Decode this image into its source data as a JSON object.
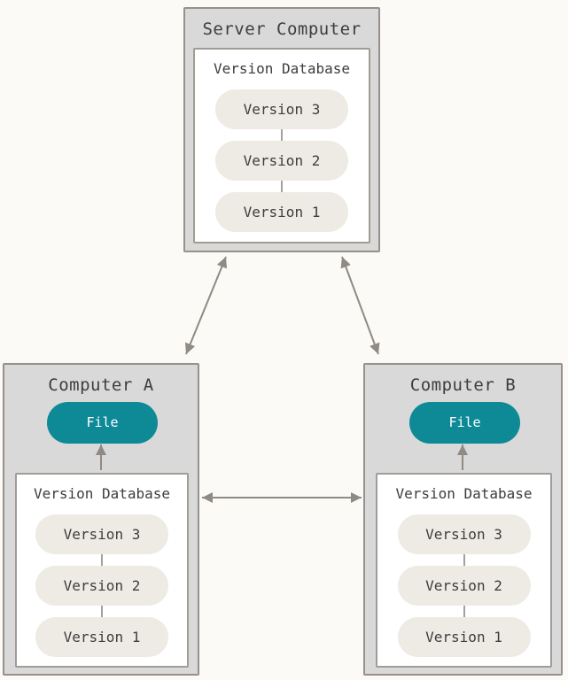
{
  "diagram": {
    "description": "Distributed version control system diagram",
    "nodes": {
      "server": {
        "title": "Server Computer",
        "db_title": "Version Database",
        "versions": [
          "Version 3",
          "Version 2",
          "Version 1"
        ]
      },
      "computer_a": {
        "title": "Computer A",
        "file_label": "File",
        "db_title": "Version Database",
        "versions": [
          "Version 3",
          "Version 2",
          "Version 1"
        ]
      },
      "computer_b": {
        "title": "Computer B",
        "file_label": "File",
        "db_title": "Version Database",
        "versions": [
          "Version 3",
          "Version 2",
          "Version 1"
        ]
      }
    },
    "edges": [
      {
        "from": "server",
        "to": "computer_a",
        "style": "double-arrow"
      },
      {
        "from": "server",
        "to": "computer_b",
        "style": "double-arrow"
      },
      {
        "from": "computer_a",
        "to": "computer_b",
        "style": "double-arrow"
      },
      {
        "from": "computer_a_version_database",
        "to": "computer_a_file",
        "style": "arrow-up"
      },
      {
        "from": "computer_b_version_database",
        "to": "computer_b_file",
        "style": "arrow-up"
      }
    ],
    "colors": {
      "page_background": "#fbfaf7",
      "machine_background": "#d9d9d9",
      "machine_border": "#96918b",
      "db_background": "#ffffff",
      "db_border": "#a19c96",
      "pill_background": "#edebe4",
      "pill_connector": "#a5a19a",
      "file_background": "#0d8a96",
      "file_text": "#ffffff",
      "text": "#3d3d3d",
      "arrow": "#8f8a84"
    }
  }
}
